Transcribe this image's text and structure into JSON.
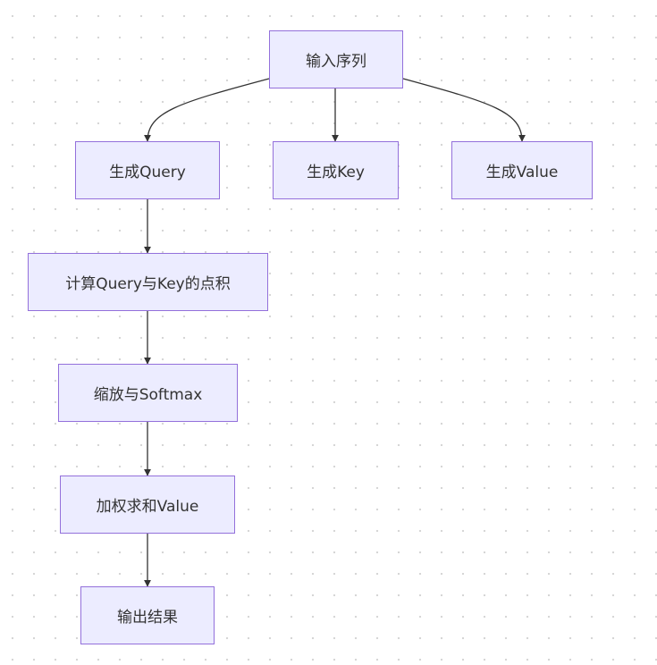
{
  "diagram": {
    "nodes": [
      {
        "id": "input",
        "label": "输入序列"
      },
      {
        "id": "query",
        "label": "生成Query"
      },
      {
        "id": "key",
        "label": "生成Key"
      },
      {
        "id": "value",
        "label": "生成Value"
      },
      {
        "id": "dot",
        "label": "计算Query与Key的点积"
      },
      {
        "id": "scale",
        "label": "缩放与Softmax"
      },
      {
        "id": "sum",
        "label": "加权求和Value"
      },
      {
        "id": "out",
        "label": "输出结果"
      }
    ],
    "edges": [
      {
        "from": "input",
        "to": "query"
      },
      {
        "from": "input",
        "to": "key"
      },
      {
        "from": "input",
        "to": "value"
      },
      {
        "from": "query",
        "to": "dot"
      },
      {
        "from": "dot",
        "to": "scale"
      },
      {
        "from": "scale",
        "to": "sum"
      },
      {
        "from": "sum",
        "to": "out"
      }
    ],
    "colors": {
      "node_fill": "#ececff",
      "node_border": "#9370db",
      "edge": "#333333",
      "text": "#333333"
    }
  }
}
